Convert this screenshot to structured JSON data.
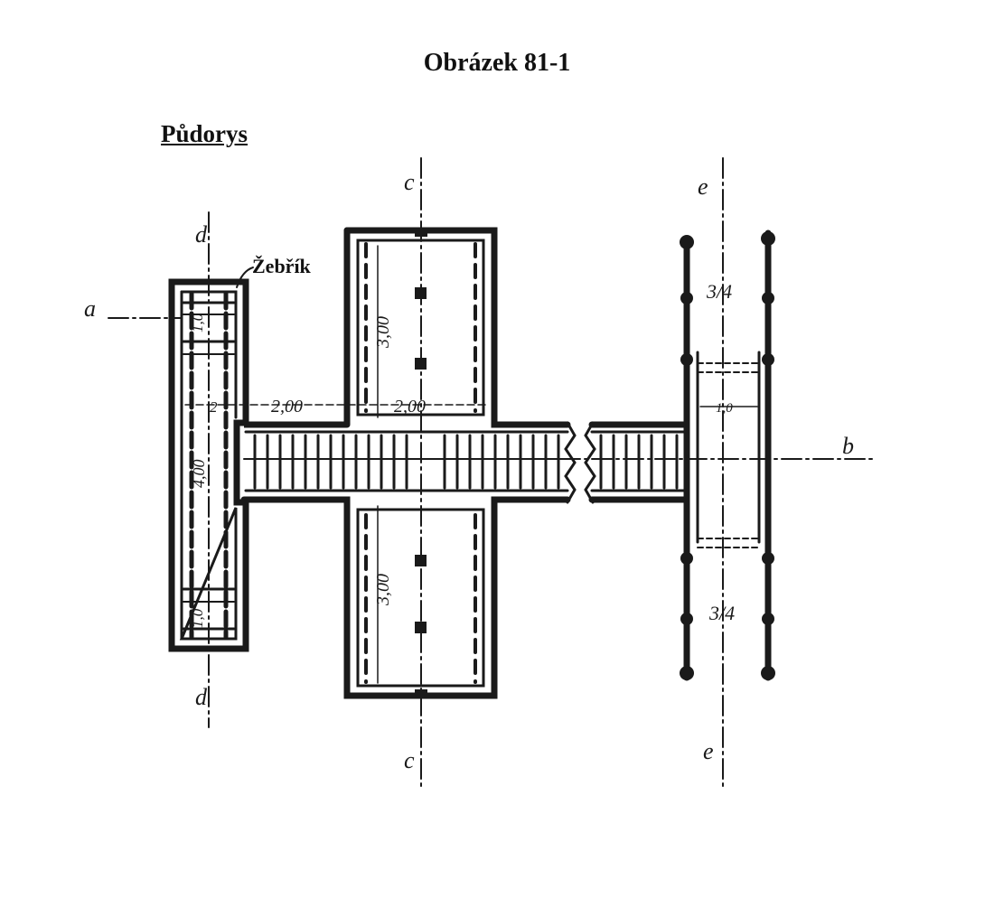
{
  "figure": {
    "title": "Obrázek 81-1",
    "plan_label": "Půdorys",
    "ladder_label": "Žebřík"
  },
  "section_marks": {
    "a": "a",
    "b": "b",
    "c_top": "c",
    "c_bottom": "c",
    "d_top": "d",
    "d_bottom": "d",
    "e_top": "e",
    "e_bottom": "e"
  },
  "dimensions": {
    "span_left": "2,00",
    "span_right": "2,00",
    "left_small": "2",
    "left_upper": "1,0",
    "left_mid": "4,00",
    "left_lower": "1,0",
    "center_upper": "3,00",
    "center_lower": "3,00",
    "right_upper": "3/4",
    "right_mid": "1,0",
    "right_lower": "3/4"
  }
}
